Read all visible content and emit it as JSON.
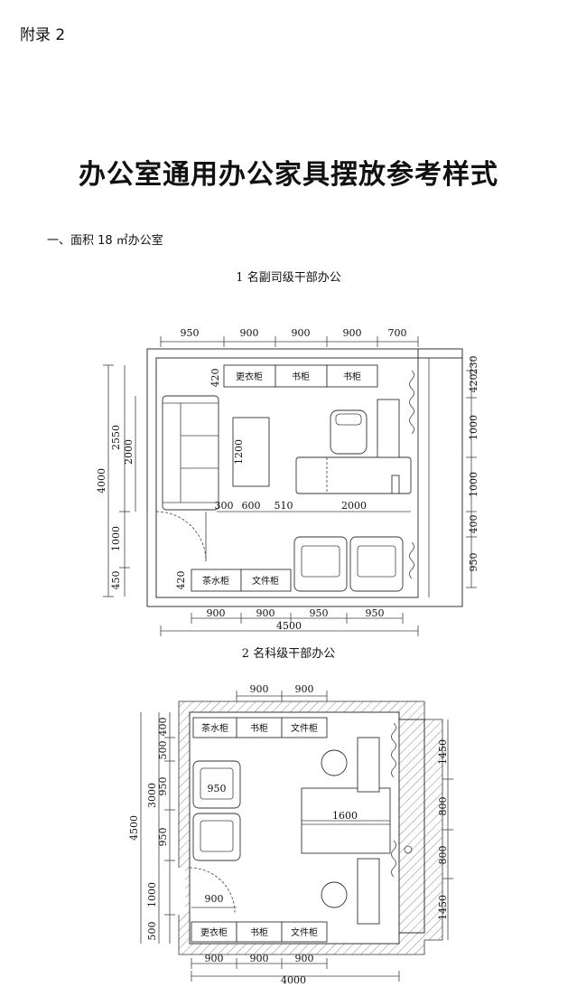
{
  "appendix_label": "附录 2",
  "document_title": "办公室通用办公家具摆放参考样式",
  "section_heading": "一、面积 18 ㎡办公室",
  "plan1": {
    "caption": "1 名副司级干部办公",
    "top_dims": [
      "950",
      "900",
      "900",
      "900",
      "700"
    ],
    "bottom_dims": [
      "900",
      "900",
      "950",
      "950"
    ],
    "total_width": "4500",
    "left_dims": [
      "420",
      "2000",
      "2550",
      "4000",
      "1000",
      "450",
      "420"
    ],
    "right_dims": [
      "230",
      "420",
      "1000",
      "1000",
      "400",
      "950"
    ],
    "inner_dims": [
      "1200",
      "300",
      "600",
      "510",
      "2000"
    ],
    "cabinets": [
      "更衣柜",
      "书柜",
      "书柜",
      "茶水柜",
      "文件柜"
    ]
  },
  "plan2": {
    "caption": "2 名科级干部办公",
    "top_dims": [
      "900",
      "900"
    ],
    "bottom_dims": [
      "900",
      "900",
      "900"
    ],
    "total_width": "4000",
    "left_dims": [
      "400",
      "500",
      "950",
      "3000",
      "4500",
      "950",
      "1000",
      "500"
    ],
    "right_dims": [
      "1450",
      "800",
      "800",
      "1450"
    ],
    "inner_dims": [
      "950",
      "1600",
      "900"
    ],
    "cabinets_top": [
      "茶水柜",
      "书柜",
      "文件柜"
    ],
    "cabinets_bottom": [
      "更衣柜",
      "书柜",
      "文件柜"
    ]
  }
}
